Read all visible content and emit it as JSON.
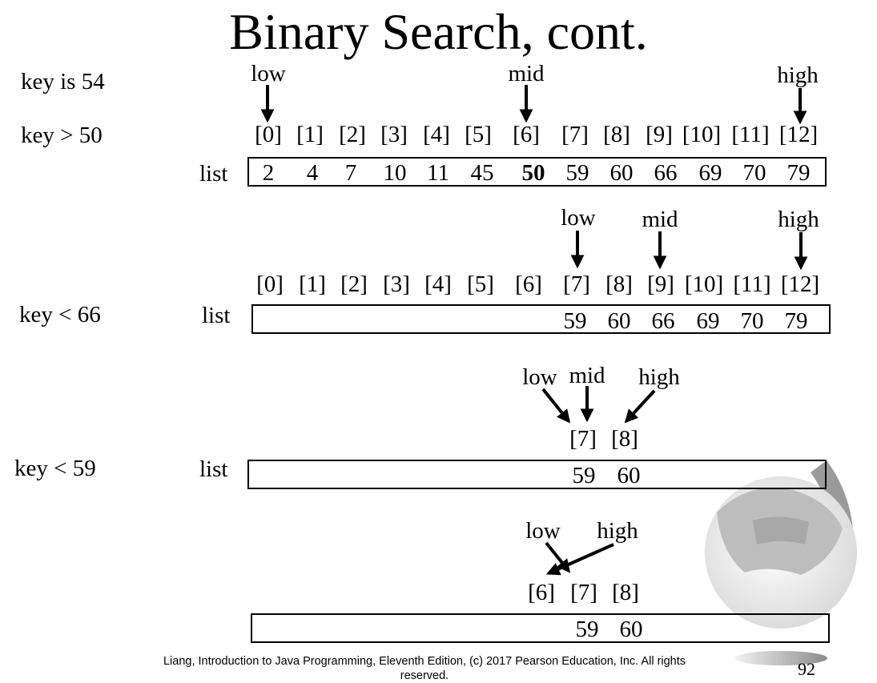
{
  "title": "Binary Search, cont.",
  "key_lines": {
    "key_is": "key  is 54",
    "key_gt_50": "key  > 50",
    "key_lt_66": "key  < 66",
    "key_lt_59": "key  <  59"
  },
  "list_label": "list",
  "indices": [
    "[0]",
    "[1]",
    "[2]",
    "[3]",
    "[4]",
    "[5]",
    "[6]",
    "[7]",
    "[8]",
    "[9]",
    "[10]",
    "[11]",
    "[12]"
  ],
  "indices_small": [
    "[7]",
    "[8]"
  ],
  "indices_last": [
    "[6]",
    "[7]",
    "[8]"
  ],
  "row1_values": [
    "2",
    "4",
    "7",
    "10",
    "11",
    "45",
    "50",
    "59",
    "60",
    "66",
    "69",
    "70",
    "79"
  ],
  "row2_values": [
    "59",
    "60",
    "66",
    "69",
    "70",
    "79"
  ],
  "row3_values": [
    "59",
    "60"
  ],
  "row4_values": [
    "59",
    "60"
  ],
  "pointers": {
    "low": "low",
    "mid": "mid",
    "high": "high"
  },
  "footer": "Liang, Introduction to Java Programming, Eleventh Edition, (c) 2017 Pearson Education, Inc. All rights reserved.",
  "page_number": "92"
}
